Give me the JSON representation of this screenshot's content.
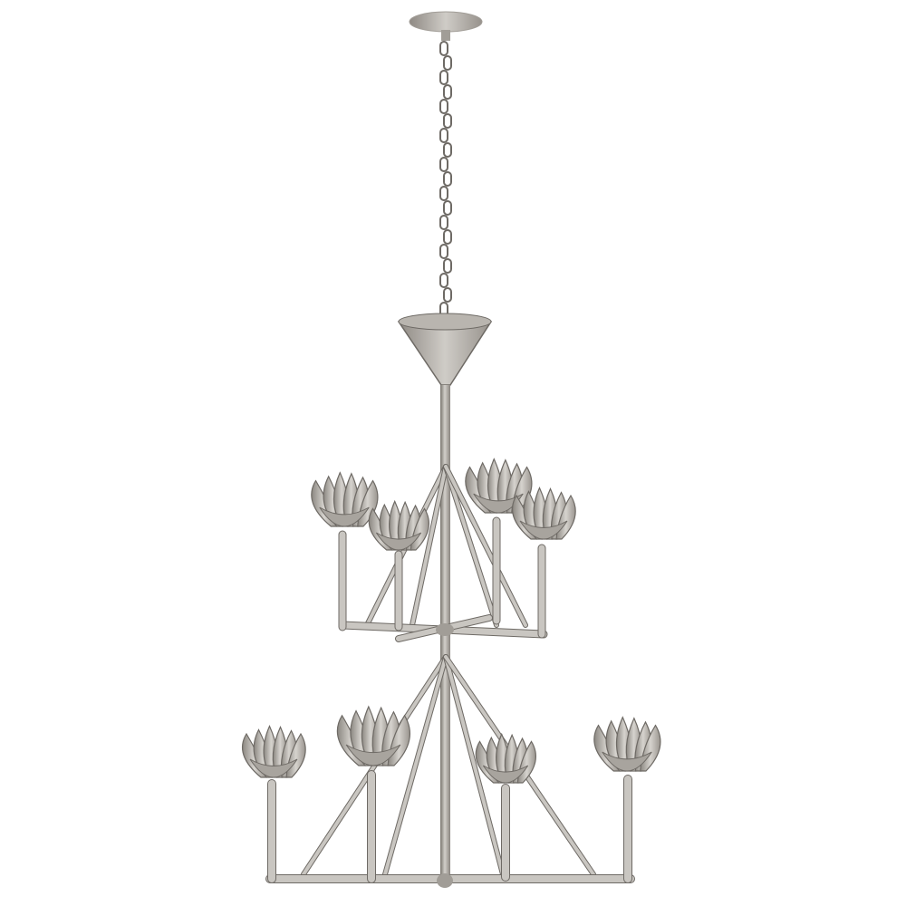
{
  "image": {
    "subject": "chandelier",
    "colors": {
      "background": "#ffffff",
      "metal_light": "#c9c6c1",
      "metal_mid": "#a19d97",
      "metal_dark": "#6e6a65"
    },
    "upper_tier_lights": 4,
    "lower_tier_lights": 4
  }
}
